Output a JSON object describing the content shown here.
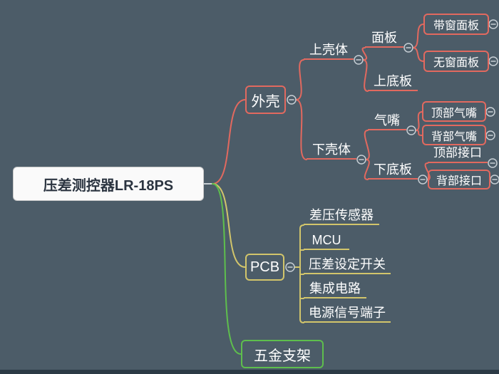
{
  "colors": {
    "background": "#4c5c68",
    "branch_red": "#e2695f",
    "branch_yellow": "#d2c56b",
    "branch_green": "#5ebe4d",
    "node_text": "#ffffff",
    "root_bg": "#fafafa",
    "root_text": "#2b3440",
    "connector_gray": "#c6ced4"
  },
  "mindmap": {
    "root": {
      "label": "压差测控器LR-18PS"
    },
    "branches": [
      {
        "label": "外壳",
        "children": [
          {
            "label": "上壳体",
            "children": [
              {
                "label": "面板",
                "children": [
                  {
                    "label": "带窗面板"
                  },
                  {
                    "label": "无窗面板"
                  }
                ]
              },
              {
                "label": "上底板"
              }
            ]
          },
          {
            "label": "下壳体",
            "children": [
              {
                "label": "气嘴",
                "children": [
                  {
                    "label": "顶部气嘴"
                  },
                  {
                    "label": "背部气嘴"
                  }
                ]
              },
              {
                "label": "下底板",
                "children": [
                  {
                    "label": "顶部接口"
                  },
                  {
                    "label": "背部接口"
                  }
                ]
              }
            ]
          }
        ]
      },
      {
        "label": "PCB",
        "children": [
          {
            "label": "差压传感器"
          },
          {
            "label": "MCU"
          },
          {
            "label": "压差设定开关"
          },
          {
            "label": "集成电路"
          },
          {
            "label": "电源信号端子"
          }
        ]
      },
      {
        "label": "五金支架"
      }
    ]
  }
}
